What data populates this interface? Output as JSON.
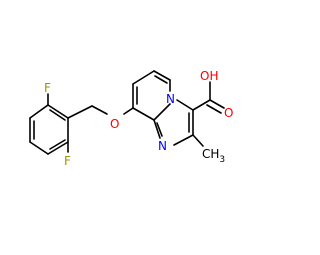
{
  "molecule": {
    "atom_labels": {
      "fluorine_top": "F",
      "fluorine_bottom": "F",
      "ether_oxygen": "O",
      "pyridine_nitrogen": "N",
      "imidazole_nitrogen": "N",
      "acid_hydroxyl": "OH",
      "acid_carbonyl_oxygen": "O",
      "methyl": "CH",
      "methyl_subscript": "3"
    },
    "colors": {
      "bond": "#000000",
      "fluorine": "#9a9a00",
      "oxygen": "#ff0000",
      "nitrogen": "#0000ff",
      "carbon": "#000000"
    }
  }
}
